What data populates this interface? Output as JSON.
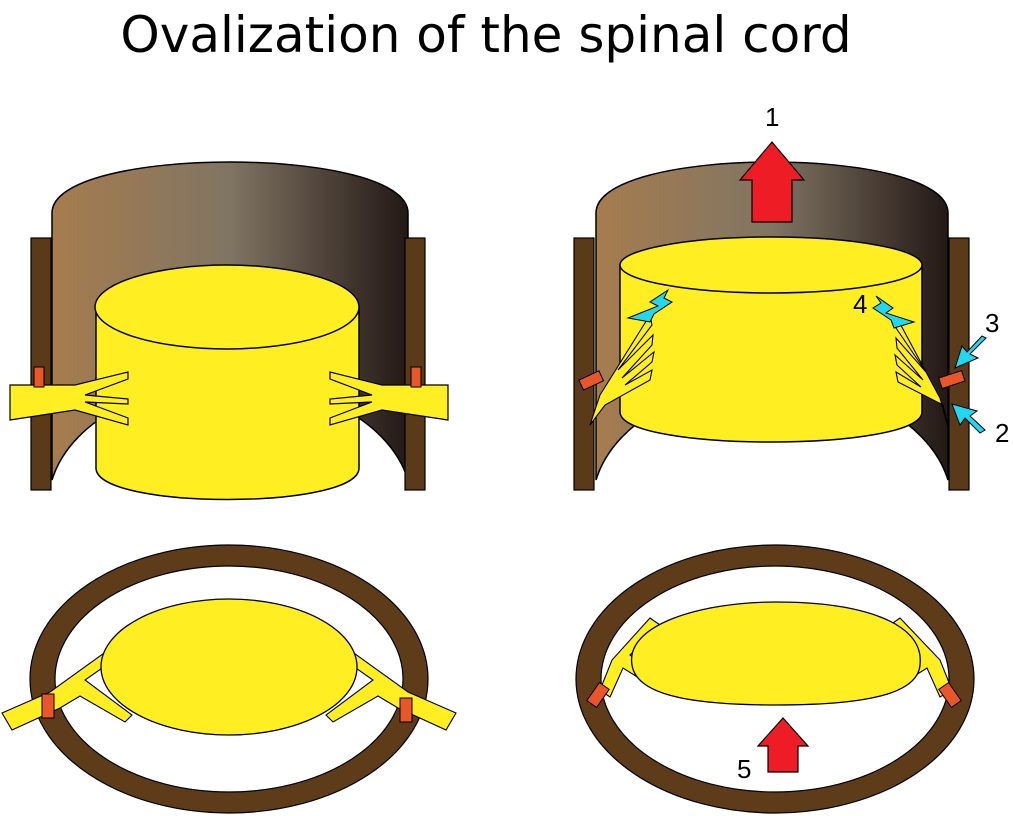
{
  "title": "Ovalization of the spinal cord",
  "labels": {
    "n1": "1",
    "n2": "2",
    "n3": "3",
    "n4": "4",
    "n5": "5"
  },
  "colors": {
    "cord": "#ffee22",
    "canal_dark": "#5a3a18",
    "canal_ring": "#5e3c1a",
    "ligament": "#e8562a",
    "arrow_red": "#ee1c25",
    "arrow_cyan": "#22d8f0"
  }
}
